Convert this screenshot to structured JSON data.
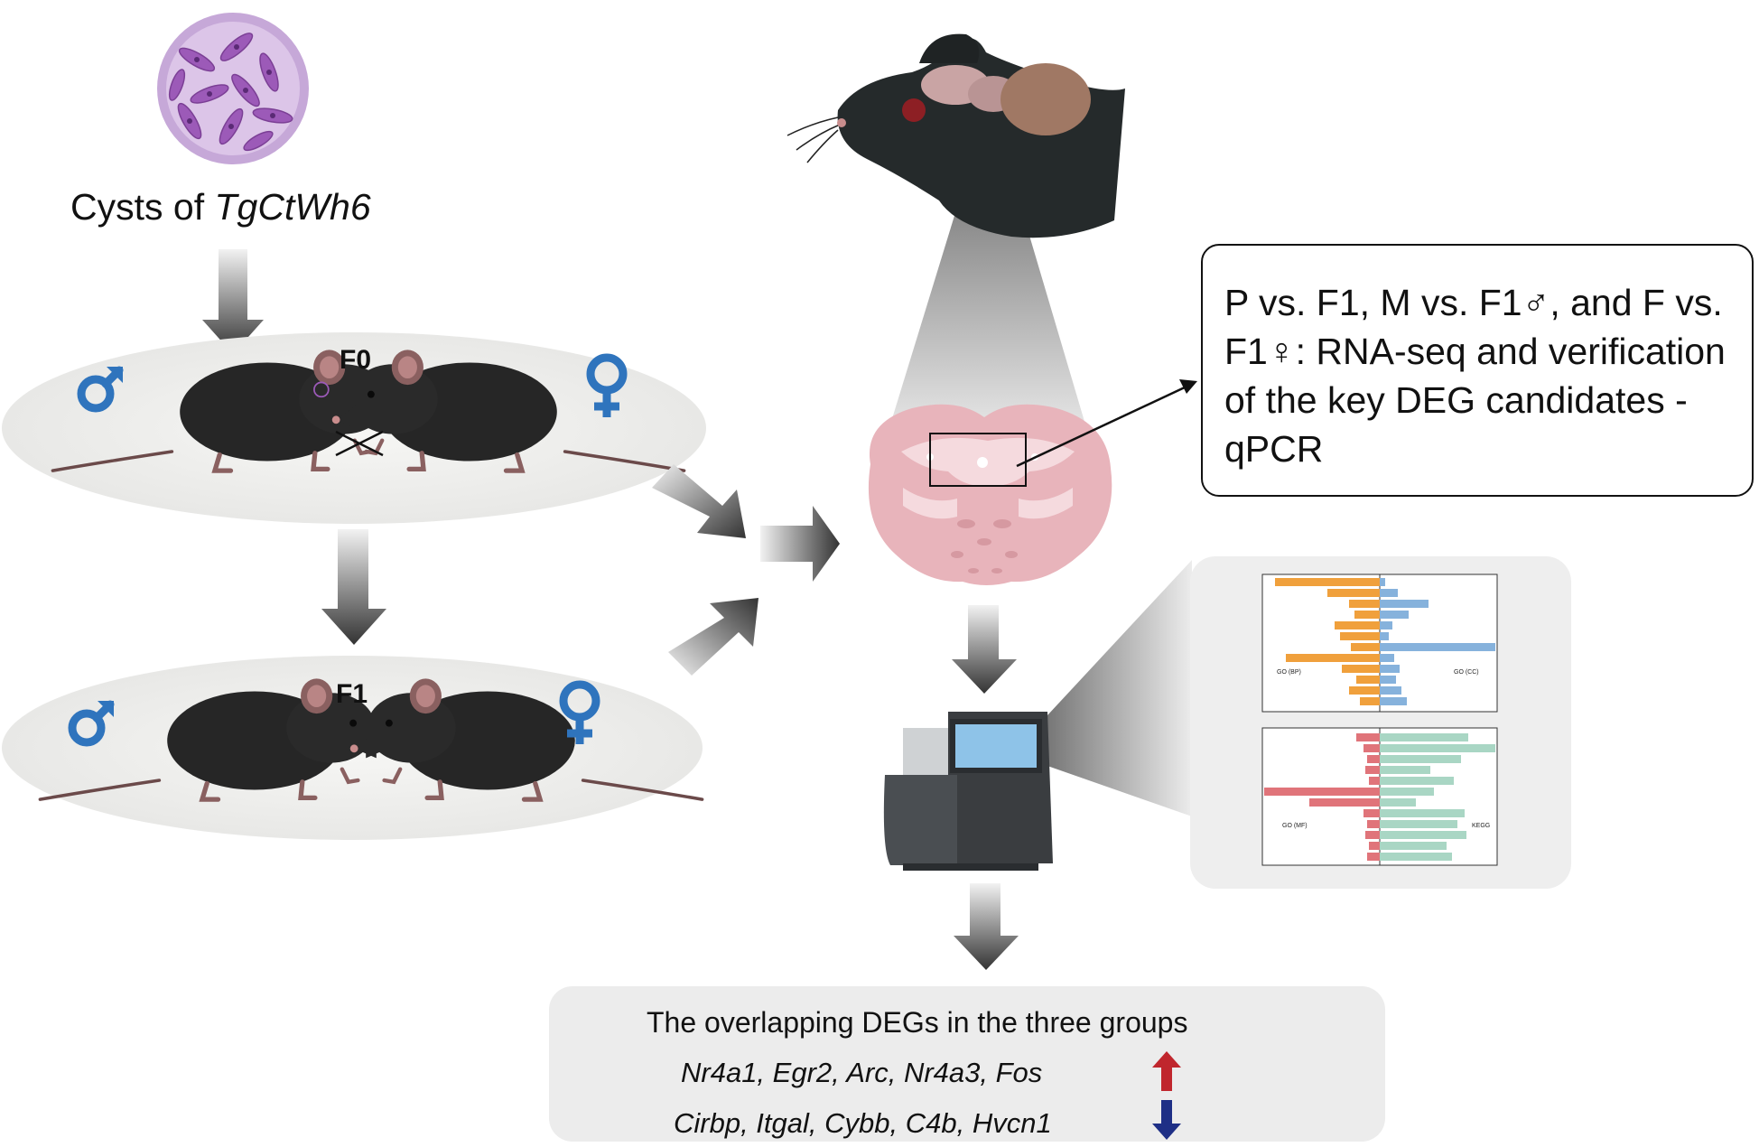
{
  "cysts": {
    "caption_prefix": "Cysts of ",
    "caption_species": "TgCtWh6"
  },
  "generations": {
    "f0": {
      "label": "F0",
      "male_symbol": "♂",
      "female_symbol": "♀"
    },
    "f1": {
      "label": "F1",
      "male_symbol": "♂",
      "female_symbol": "♀"
    }
  },
  "rnaseq_box": {
    "text": "P vs. F1, M vs. F1♂, and F vs. F1♀: RNA-seq and verification of the key DEG candidates -qPCR"
  },
  "enrichment_panel": {
    "top_left_label": "GO (BP)",
    "top_right_label": "GO (CC)",
    "bottom_left_label": "GO (MF)",
    "bottom_right_label": "KEGG"
  },
  "results": {
    "title": "The overlapping DEGs in the three groups",
    "upregulated": "Nr4a1, Egr2, Arc, Nr4a3, Fos",
    "downregulated": "Cirbp, Itgal, Cybb, C4b, Hvcn1"
  },
  "colors": {
    "male_blue": "#2f74bd",
    "female_blue": "#2f74bd",
    "brain_pink": "#e8b4bb",
    "go_bp_orange": "#f0a03c",
    "go_cc_blue": "#86b2dc",
    "go_mf_red": "#e0747a",
    "kegg_green": "#a9d6c4",
    "up_arrow_red": "#c0262d",
    "down_arrow_navy": "#1e2f86"
  }
}
